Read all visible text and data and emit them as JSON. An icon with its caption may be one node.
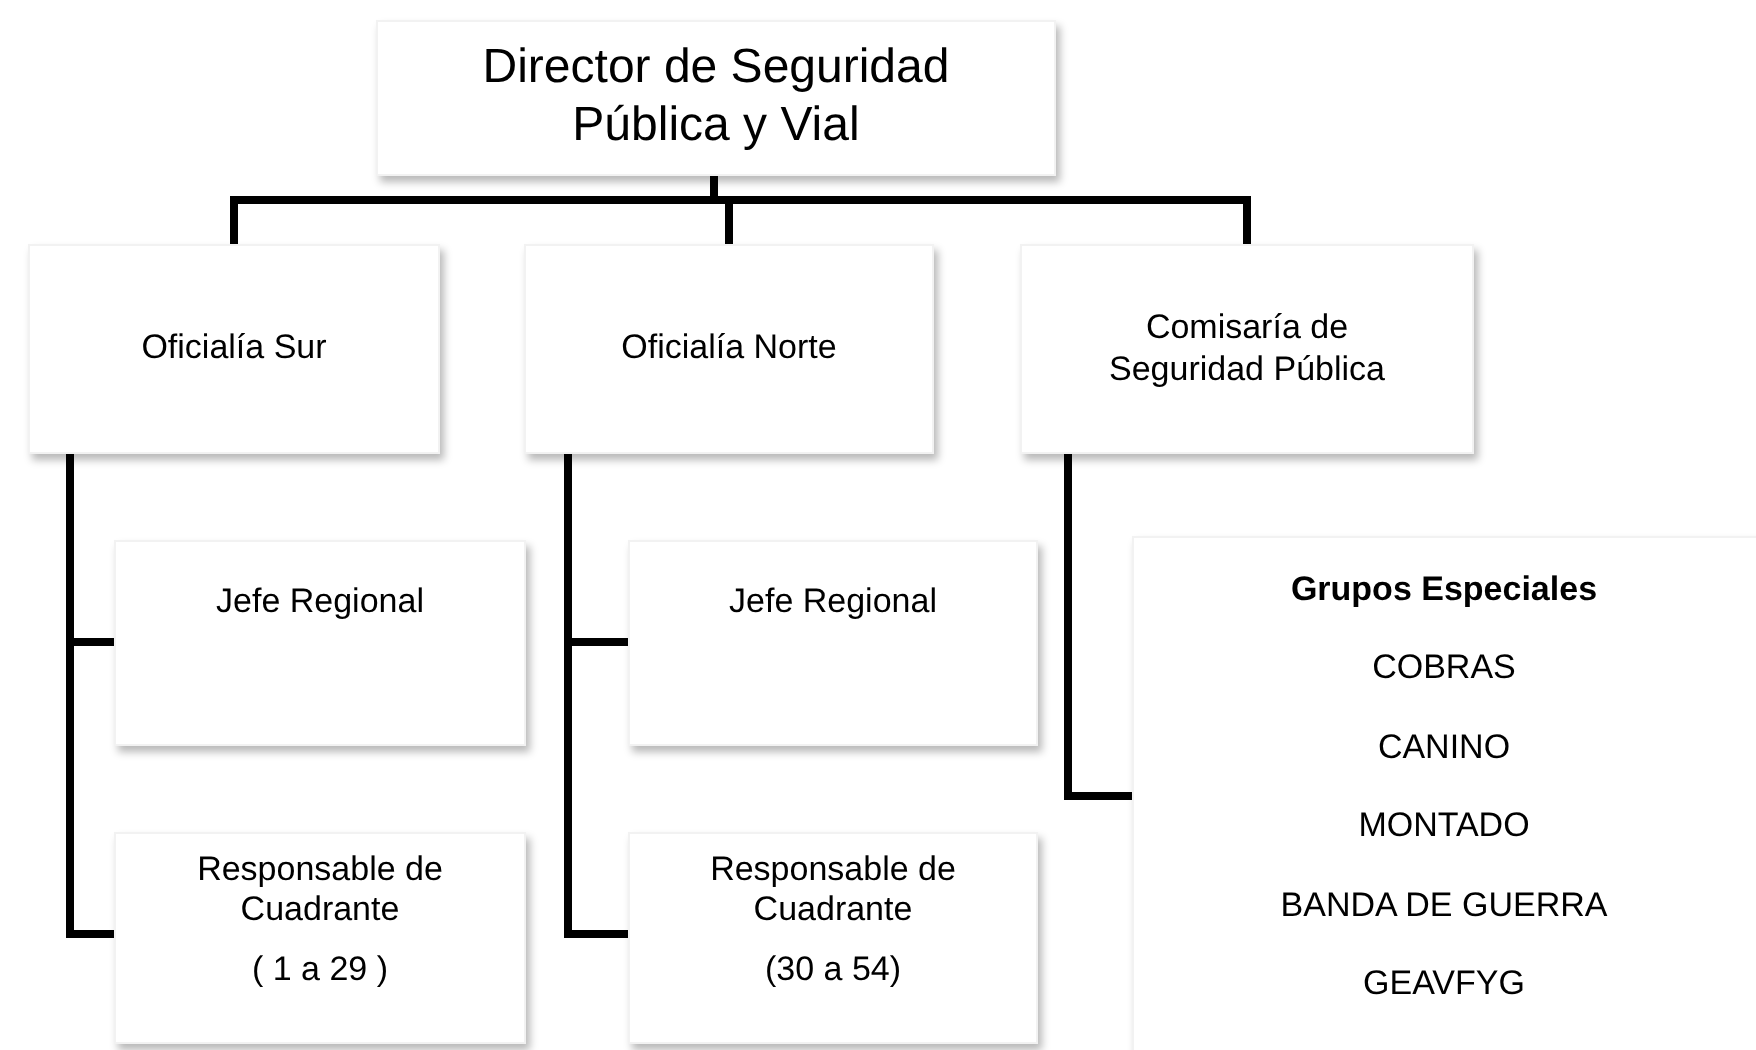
{
  "diagram": {
    "nodes": [
      {
        "text": [
          "Director de Seguridad Pública y Vial"
        ]
      },
      {
        "text": [
          "Oficialía Sur"
        ]
      },
      {
        "text": [
          "Oficialía Norte"
        ]
      },
      {
        "text": [
          "Comisaría de Seguridad Pública"
        ]
      },
      {
        "text": [
          "Jefe Regional"
        ]
      },
      {
        "text": [
          "Responsable de Cuadrante",
          "( 1 a 29 )"
        ]
      },
      {
        "text": [
          "Jefe Regional"
        ]
      },
      {
        "text": [
          "Responsable de Cuadrante",
          "(30 a 54)"
        ]
      },
      {
        "text": [
          "Grupos Especiales",
          "COBRAS",
          "CANINO",
          "MONTADO",
          "BANDA DE GUERRA",
          "GEAVFYG"
        ]
      }
    ],
    "edges": [
      {
        "from": 0,
        "to": 1,
        "arrow": "none"
      },
      {
        "from": 0,
        "to": 2,
        "arrow": "none"
      },
      {
        "from": 0,
        "to": 3,
        "arrow": "none"
      },
      {
        "from": 1,
        "to": 4,
        "arrow": "none"
      },
      {
        "from": 1,
        "to": 5,
        "arrow": "none"
      },
      {
        "from": 2,
        "to": 6,
        "arrow": "none"
      },
      {
        "from": 2,
        "to": 7,
        "arrow": "none"
      },
      {
        "from": 3,
        "to": 8,
        "arrow": "none"
      }
    ]
  }
}
